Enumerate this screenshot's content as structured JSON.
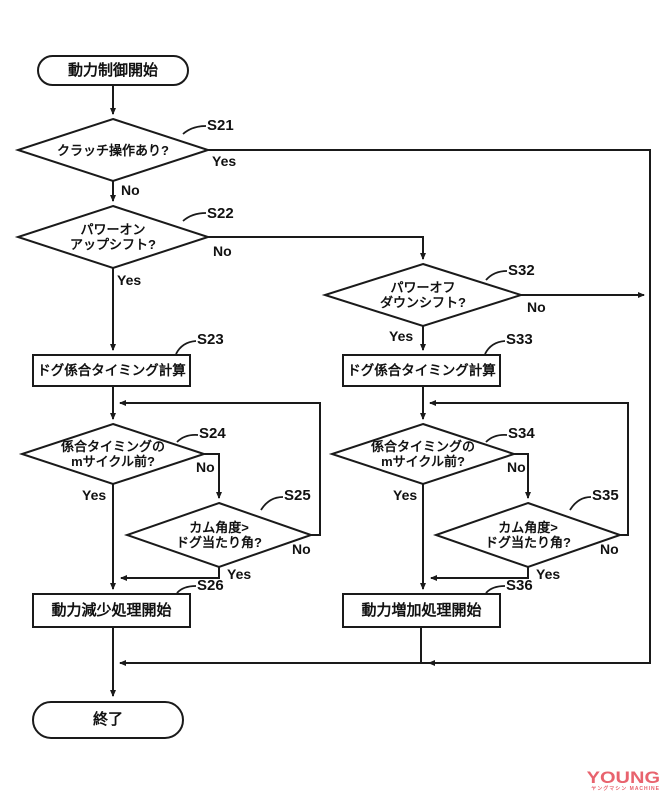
{
  "flowchart": {
    "start": {
      "label": "動力制御開始"
    },
    "end": {
      "label": "終了"
    },
    "steps": {
      "s21": {
        "id": "S21",
        "line1": "クラッチ操作あり?",
        "yes": "Yes",
        "no": "No"
      },
      "s22": {
        "id": "S22",
        "line1": "パワーオン",
        "line2": "アップシフト?",
        "yes": "Yes",
        "no": "No"
      },
      "s32": {
        "id": "S32",
        "line1": "パワーオフ",
        "line2": "ダウンシフト?",
        "yes": "Yes",
        "no": "No"
      },
      "s23": {
        "id": "S23",
        "line1": "ドグ係合タイミング計算"
      },
      "s33": {
        "id": "S33",
        "line1": "ドグ係合タイミング計算"
      },
      "s24": {
        "id": "S24",
        "line1": "係合タイミングの",
        "line2": "mサイクル前?",
        "yes": "Yes",
        "no": "No"
      },
      "s34": {
        "id": "S34",
        "line1": "係合タイミングの",
        "line2": "mサイクル前?",
        "yes": "Yes",
        "no": "No"
      },
      "s25": {
        "id": "S25",
        "line1": "カム角度>",
        "line2": "ドグ当たり角?",
        "yes": "Yes",
        "no": "No"
      },
      "s35": {
        "id": "S35",
        "line1": "カム角度>",
        "line2": "ドグ当たり角?",
        "yes": "Yes",
        "no": "No"
      },
      "s26": {
        "id": "S26",
        "line1": "動力減少処理開始"
      },
      "s36": {
        "id": "S36",
        "line1": "動力増加処理開始"
      }
    }
  },
  "watermark": {
    "brand": "YOUNG",
    "sub": "ヤングマシン MACHINE",
    "color": "#e8636e"
  },
  "colors": {
    "line": "#1a1a1a",
    "background": "#ffffff"
  }
}
